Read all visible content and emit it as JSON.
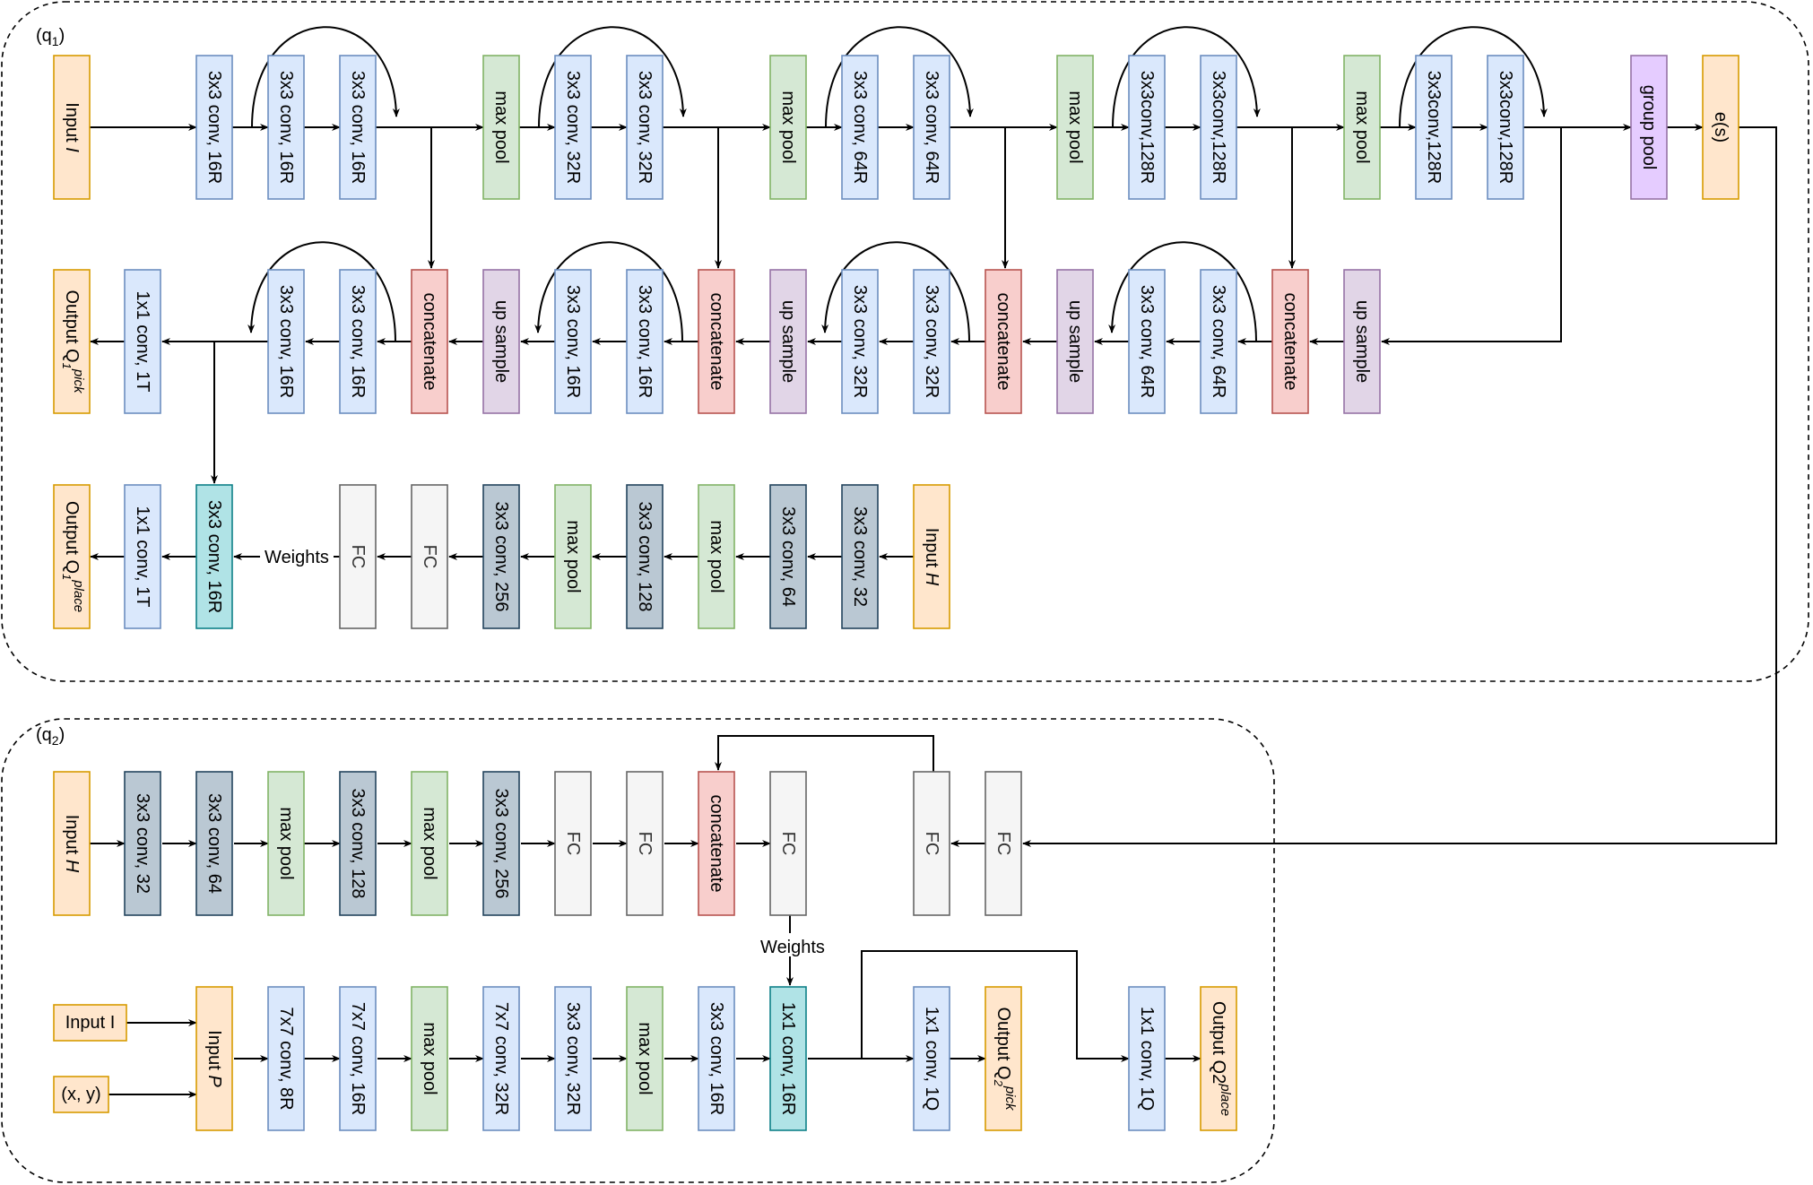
{
  "panels": {
    "q1": {
      "label_main": "(q",
      "label_sub": "1",
      "label_close": ")"
    },
    "q2": {
      "label_main": "(q",
      "label_sub": "2",
      "label_close": ")"
    }
  },
  "colors": {
    "input_fill": "#ffe6cc",
    "input_stroke": "#d79b00",
    "conv_fill": "#dae8fc",
    "conv_stroke": "#6c8ebf",
    "pool_fill": "#d5e8d4",
    "pool_stroke": "#82b366",
    "group_fill": "#e5ccff",
    "group_stroke": "#9673a6",
    "up_fill": "#e1d5e7",
    "up_stroke": "#9673a6",
    "concat_fill": "#f8cecc",
    "concat_stroke": "#b85450",
    "dark_fill": "#bac8d3",
    "dark_stroke": "#23445d",
    "fc_fill": "#f5f5f5",
    "fc_stroke": "#666666",
    "teal_fill": "#b0e3e6",
    "teal_stroke": "#0e8088"
  },
  "q1_row1": {
    "input": "Input I",
    "c1": "3x3 conv, 16R",
    "c2": "3x3 conv, 16R",
    "c3": "3x3 conv, 16R",
    "p1": "max pool",
    "c4": "3x3 conv, 32R",
    "c5": "3x3 conv, 32R",
    "p2": "max pool",
    "c6": "3x3 conv, 64R",
    "c7": "3x3 conv, 64R",
    "p3": "max pool",
    "c8": "3x3conv,128R",
    "c9": "3x3conv,128R",
    "p4": "max pool",
    "c10": "3x3conv,128R",
    "c11": "3x3conv,128R",
    "group_pool": "group pool",
    "es": "e(s)"
  },
  "q1_row2": {
    "output": "Output Q",
    "output_sub": "1",
    "output_sup": "pick",
    "c1x1": "1x1 conv, 1T",
    "a1": "3x3 conv, 16R",
    "a2": "3x3 conv, 16R",
    "cat1": "concatenate",
    "up1": "up sample",
    "a3": "3x3 conv, 16R",
    "a4": "3x3 conv, 16R",
    "cat2": "concatenate",
    "up2": "up sample",
    "a5": "3x3 conv, 32R",
    "a6": "3x3 conv, 32R",
    "cat3": "concatenate",
    "up3": "up sample",
    "a7": "3x3 conv, 64R",
    "a8": "3x3 conv, 64R",
    "cat4": "concatenate",
    "up4": "up sample"
  },
  "q1_row3": {
    "output": "Output Q",
    "output_sub": "1",
    "output_sup": "place",
    "c1x1": "1x1 conv, 1T",
    "teal": "3x3 conv, 16R",
    "weights": "Weights",
    "fc1": "FC",
    "fc2": "FC",
    "d256": "3x3 conv, 256",
    "mp1": "max pool",
    "d128": "3x3 conv, 128",
    "mp2": "max pool",
    "d64": "3x3 conv, 64",
    "d32": "3x3 conv, 32",
    "input": "Input H"
  },
  "q2_row1": {
    "input": "Input H",
    "d32": "3x3 conv, 32",
    "d64": "3x3 conv, 64",
    "mp1": "max pool",
    "d128": "3x3 conv, 128",
    "mp2": "max pool",
    "d256": "3x3 conv, 256",
    "fc1": "FC",
    "fc2": "FC",
    "cat": "concatenate",
    "fc3": "FC",
    "fc4": "FC",
    "fc5": "FC",
    "weights": "Weights"
  },
  "q2_row2": {
    "input_i": "Input I",
    "input_xy": "(x, y)",
    "input_p": "Input  P",
    "c1": "7x7 conv, 8R",
    "c2": "7x7 conv, 16R",
    "mp1": "max pool",
    "c3": "7x7 conv, 32R",
    "c4": "3x3 conv, 32R",
    "mp2": "max pool",
    "c5": "3x3 conv, 16R",
    "teal": "1x1 conv, 16R",
    "c1q_a": "1x1 conv, 1Q",
    "out_pick": "Output Q",
    "out_pick_sub": "2",
    "out_pick_sup": "pick",
    "c1q_b": "1x1 conv, 1Q",
    "out_place": "Output Q2",
    "out_place_sup": "place"
  }
}
